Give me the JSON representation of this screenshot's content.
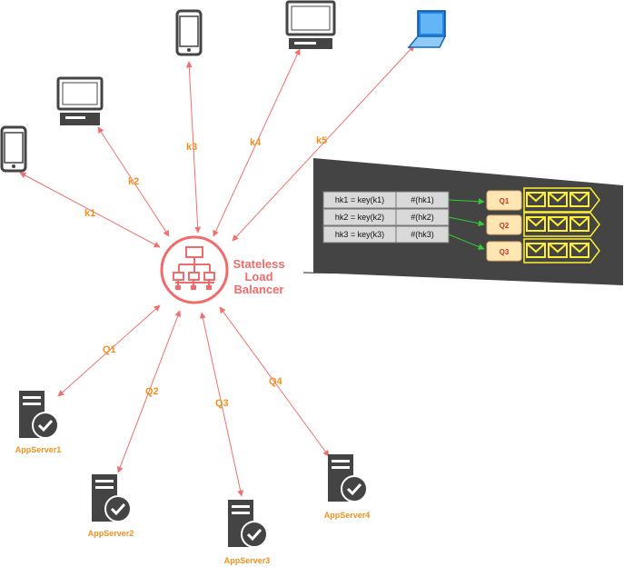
{
  "colors": {
    "edge": "#f07070",
    "label": "#f0901e",
    "device": "#444444",
    "laptop_screen": "#1e88e5",
    "lb": "#f06b6b",
    "panel_bg": "#444444",
    "cell_bg": "#d9d9d9",
    "queue_box": "#ffe6b3",
    "queue_arrow": "#33cc33",
    "envelope": "#ffee33"
  },
  "load_balancer": {
    "line1": "Stateless",
    "line2": "Load",
    "line3": "Balancer",
    "icon": "network-hierarchy-icon"
  },
  "clients": [
    {
      "id": "c1",
      "icon": "mobile-phone-icon",
      "edge_label": "k1"
    },
    {
      "id": "c2",
      "icon": "desktop-computer-icon",
      "edge_label": "k2"
    },
    {
      "id": "c3",
      "icon": "mobile-phone-icon",
      "edge_label": "k3"
    },
    {
      "id": "c4",
      "icon": "desktop-computer-icon",
      "edge_label": "k4"
    },
    {
      "id": "c5",
      "icon": "laptop-icon",
      "edge_label": "k5"
    }
  ],
  "servers": [
    {
      "name": "AppServer1",
      "edge_label": "Q1",
      "icon": "server-check-icon"
    },
    {
      "name": "AppServer2",
      "edge_label": "Q2",
      "icon": "server-check-icon"
    },
    {
      "name": "AppServer3",
      "edge_label": "Q3",
      "icon": "server-check-icon"
    },
    {
      "name": "AppServer4",
      "edge_label": "Q4",
      "icon": "server-check-icon"
    }
  ],
  "hash_table": {
    "rows": [
      {
        "key": "hk1 = key(k1)",
        "hash": "#(hk1)",
        "queue": "Q1"
      },
      {
        "key": "hk2 = key(k2)",
        "hash": "#(hk2)",
        "queue": "Q2"
      },
      {
        "key": "hk3 = key(k3)",
        "hash": "#(hk3)",
        "queue": "Q3"
      }
    ]
  }
}
